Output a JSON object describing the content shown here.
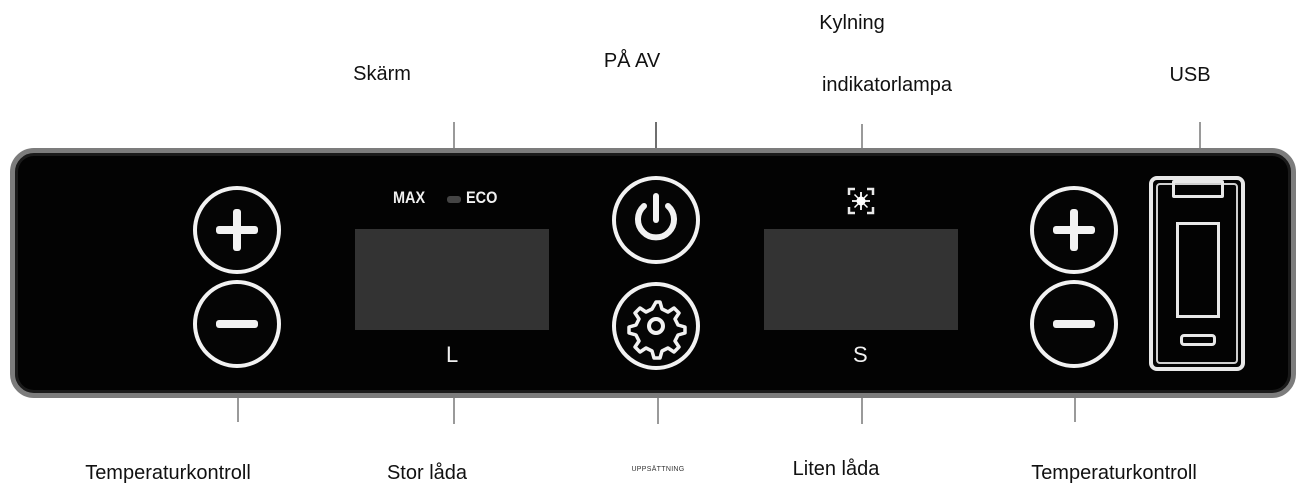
{
  "labels": {
    "screen": "Skärm",
    "power": "PÅ  AV",
    "cooling_line1": "Kylning",
    "cooling_line2": "indikatorlampa",
    "usb": "USB",
    "temp_left": "Temperaturkontroll",
    "large_box": "Stor  låda",
    "settings": "UPPSÄTTNING",
    "small_box": "Liten  låda",
    "temp_right": "Temperaturkontroll"
  },
  "panel": {
    "mode_max": "MAX",
    "mode_eco": "ECO",
    "left_zone": "L",
    "right_zone": "S"
  },
  "colors": {
    "panel": "#030303",
    "panel_border": "#7c7c7c",
    "display": "#333333",
    "icon": "#f2f2f2"
  }
}
